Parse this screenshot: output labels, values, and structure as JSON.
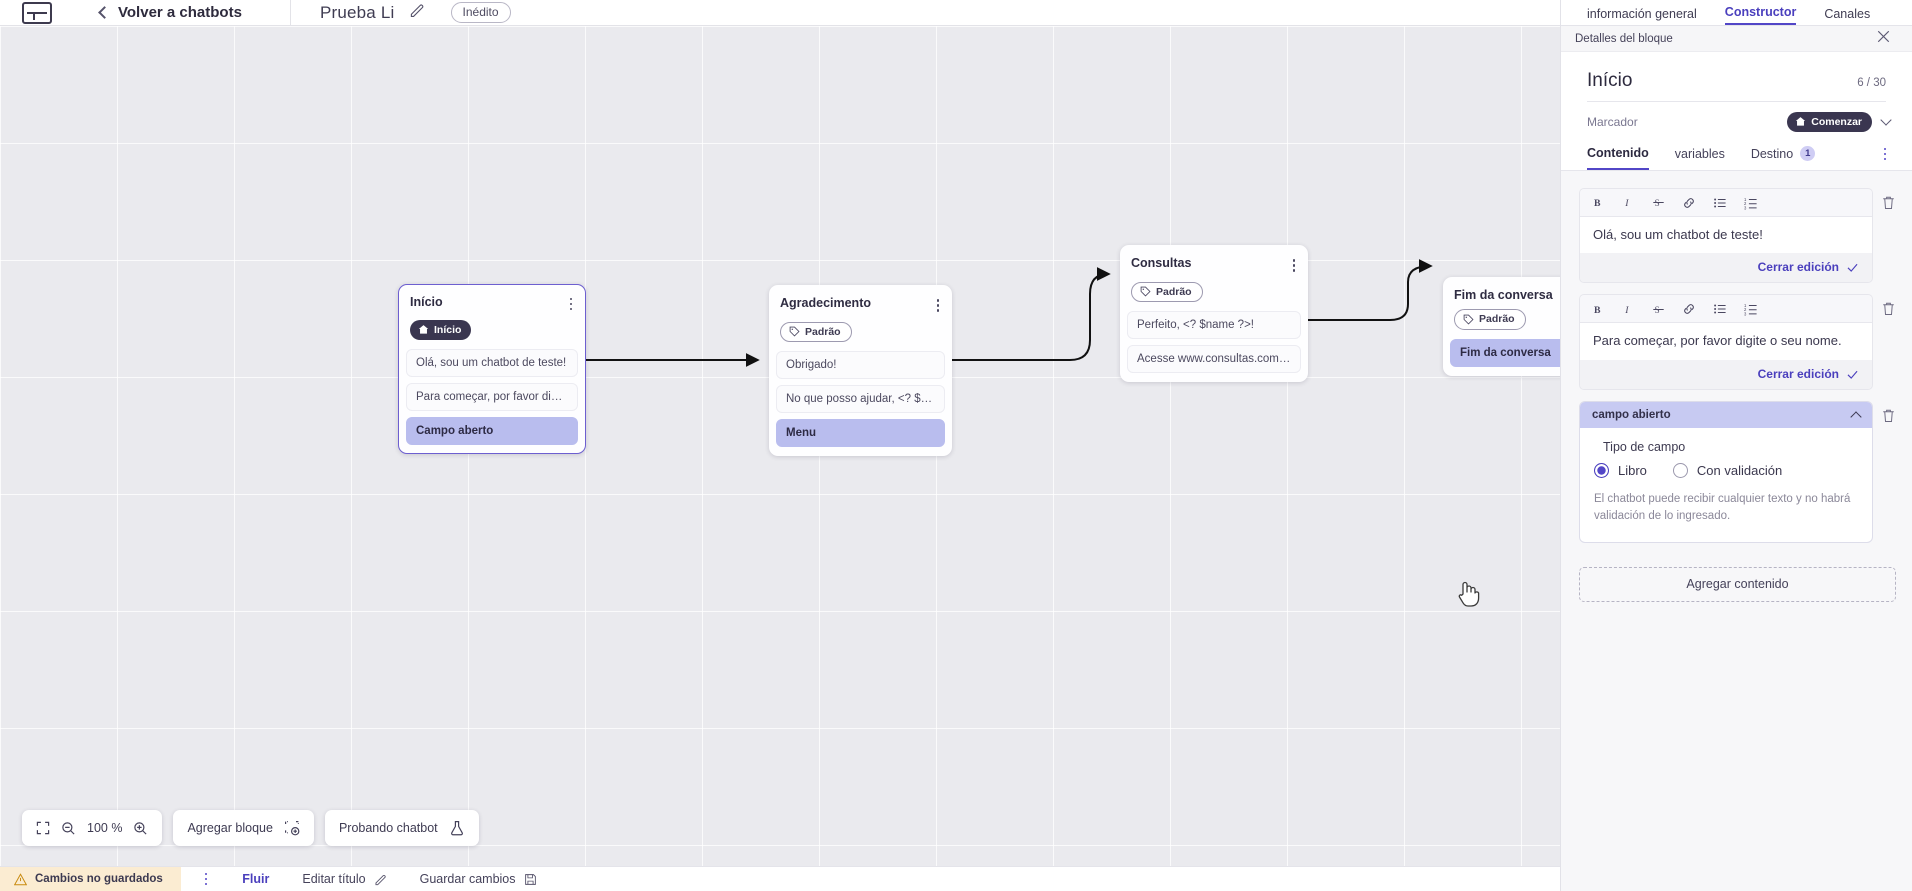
{
  "header": {
    "logo_icon": "app-logo-icon",
    "back_label": "Volver a chatbots",
    "bot_name": "Prueba Li",
    "edit_icon": "pencil-icon",
    "status_badge": "Inédito"
  },
  "canvas": {
    "zoom_level": "100 %",
    "fit_icon": "fit-screen-icon",
    "zoom_out_icon": "zoom-out-icon",
    "zoom_in_icon": "zoom-in-icon",
    "add_block_label": "Agregar bloque",
    "add_block_icon": "add-block-icon",
    "test_label": "Probando chatbot",
    "test_icon": "flask-icon",
    "nodes": [
      {
        "title": "Início",
        "tag": "Início",
        "tag_type": "start",
        "rows": [
          {
            "text": "Olá, sou um chatbot de teste!",
            "highlight": false
          },
          {
            "text": "Para começar, por favor digite o ...",
            "highlight": false
          },
          {
            "text": "Campo aberto",
            "highlight": true
          }
        ]
      },
      {
        "title": "Agradecimento",
        "tag": "Padrão",
        "tag_type": "default",
        "rows": [
          {
            "text": "Obrigado!",
            "highlight": false
          },
          {
            "text": "No que posso ajudar, <? $name ...",
            "highlight": false
          },
          {
            "text": "Menu",
            "highlight": true
          }
        ]
      },
      {
        "title": "Consultas",
        "tag": "Padrão",
        "tag_type": "default",
        "rows": [
          {
            "text": "Perfeito, <? $name ?>!",
            "highlight": false
          },
          {
            "text": "Acesse www.consultas.com par...",
            "highlight": false
          }
        ]
      },
      {
        "title": "Fim da conversa",
        "tag": "Padrão",
        "tag_type": "default",
        "rows": [
          {
            "text": "Fim da conversa",
            "highlight": true
          }
        ]
      }
    ]
  },
  "bottombar": {
    "unsaved_label": "Cambios no guardados",
    "warning_icon": "warning-triangle-icon",
    "kebab_icon": "kebab-menu-icon",
    "flow_label": "Fluir",
    "edit_title_label": "Editar título",
    "edit_title_icon": "pencil-icon",
    "save_label": "Guardar cambios",
    "save_icon": "save-disk-icon"
  },
  "panel": {
    "tabs": [
      {
        "label": "información general",
        "active": false
      },
      {
        "label": "Constructor",
        "active": true
      },
      {
        "label": "Canales",
        "active": false
      }
    ],
    "subhead_label": "Detalles del bloque",
    "close_icon": "close-icon",
    "block_title": "Início",
    "block_count": "6 / 30",
    "marker_label": "Marcador",
    "marker_value": "Comenzar",
    "marker_icon": "home-icon",
    "marker_chevron": "chevron-down-icon",
    "content_tabs": [
      {
        "label": "Contenido",
        "active": true,
        "badge": ""
      },
      {
        "label": "variables",
        "active": false,
        "badge": ""
      },
      {
        "label": "Destino",
        "active": false,
        "badge": "1"
      }
    ],
    "kebab_icon": "kebab-menu-icon",
    "editor_tools": [
      {
        "name": "bold-icon",
        "glyph": "B"
      },
      {
        "name": "italic-icon",
        "glyph": "I"
      },
      {
        "name": "strikethrough-icon",
        "glyph": "S"
      },
      {
        "name": "link-icon",
        "glyph": "link"
      },
      {
        "name": "bullet-list-icon",
        "glyph": "list"
      },
      {
        "name": "numbered-list-icon",
        "glyph": "olist"
      }
    ],
    "blocks": [
      {
        "text": "Olá, sou um chatbot de teste!",
        "close_label": "Cerrar edición"
      },
      {
        "text": "Para começar, por favor digite o seu nome.",
        "close_label": "Cerrar edición"
      }
    ],
    "field": {
      "header": "campo abierto",
      "collapse_icon": "chevron-up-icon",
      "type_label": "Tipo de campo",
      "options": [
        {
          "label": "Libro",
          "selected": true
        },
        {
          "label": "Con validación",
          "selected": false
        }
      ],
      "help": "El chatbot puede recibir cualquier texto y no habrá validación de lo ingresado.",
      "delete_icon": "trash-icon"
    },
    "add_content_label": "Agregar contenido"
  }
}
